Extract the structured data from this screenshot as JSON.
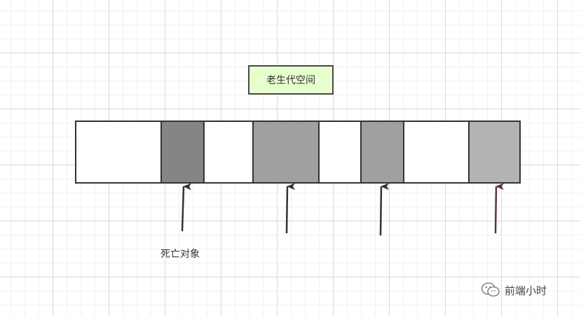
{
  "title": {
    "text": "老生代空间",
    "fill": "#e6ffcc"
  },
  "memory_blocks": [
    {
      "state": "live",
      "fill": "#ffffff",
      "flex": 124
    },
    {
      "state": "dead",
      "fill": "#858585",
      "flex": 60
    },
    {
      "state": "live",
      "fill": "#ffffff",
      "flex": 70
    },
    {
      "state": "dead",
      "fill": "#a0a0a0",
      "flex": 95
    },
    {
      "state": "live",
      "fill": "#ffffff",
      "flex": 60
    },
    {
      "state": "dead",
      "fill": "#a0a0a0",
      "flex": 60
    },
    {
      "state": "live",
      "fill": "#ffffff",
      "flex": 94
    },
    {
      "state": "dead",
      "fill": "#b3b3b3",
      "flex": 73
    }
  ],
  "caption": {
    "text": "死亡对象"
  },
  "watermark": {
    "text": "前端小时",
    "icon": "wechat-icon"
  },
  "colors": {
    "stroke": "#333333",
    "arrow": "#333333",
    "last_arrow": "#5a3535"
  }
}
